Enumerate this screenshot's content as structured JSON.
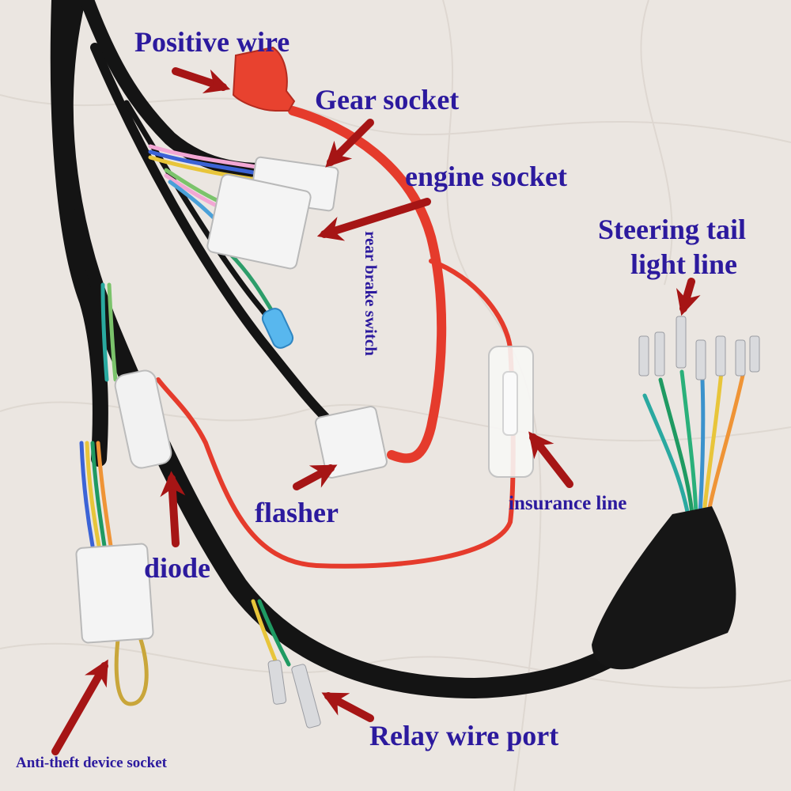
{
  "colors": {
    "background": "#ebe6e1",
    "label_text": "#2c1a9e",
    "arrow": "#a61515",
    "black_wire": "#141414",
    "red_wire": "#e53b2c",
    "connector_white": "#f4f4f4",
    "red_boot": "#e8422f"
  },
  "labels": {
    "positive_wire": "Positive wire",
    "gear_socket": "Gear socket",
    "engine_socket": "engine socket",
    "steering_tail_light_line_1": "Steering tail",
    "steering_tail_light_line_2": "light line",
    "rear_brake_switch": "rear brake switch",
    "flasher": "flasher",
    "insurance_line": "insurance line",
    "diode": "diode",
    "relay_wire_port": "Relay wire port",
    "anti_theft_device_socket": "Anti-theft device socket"
  }
}
